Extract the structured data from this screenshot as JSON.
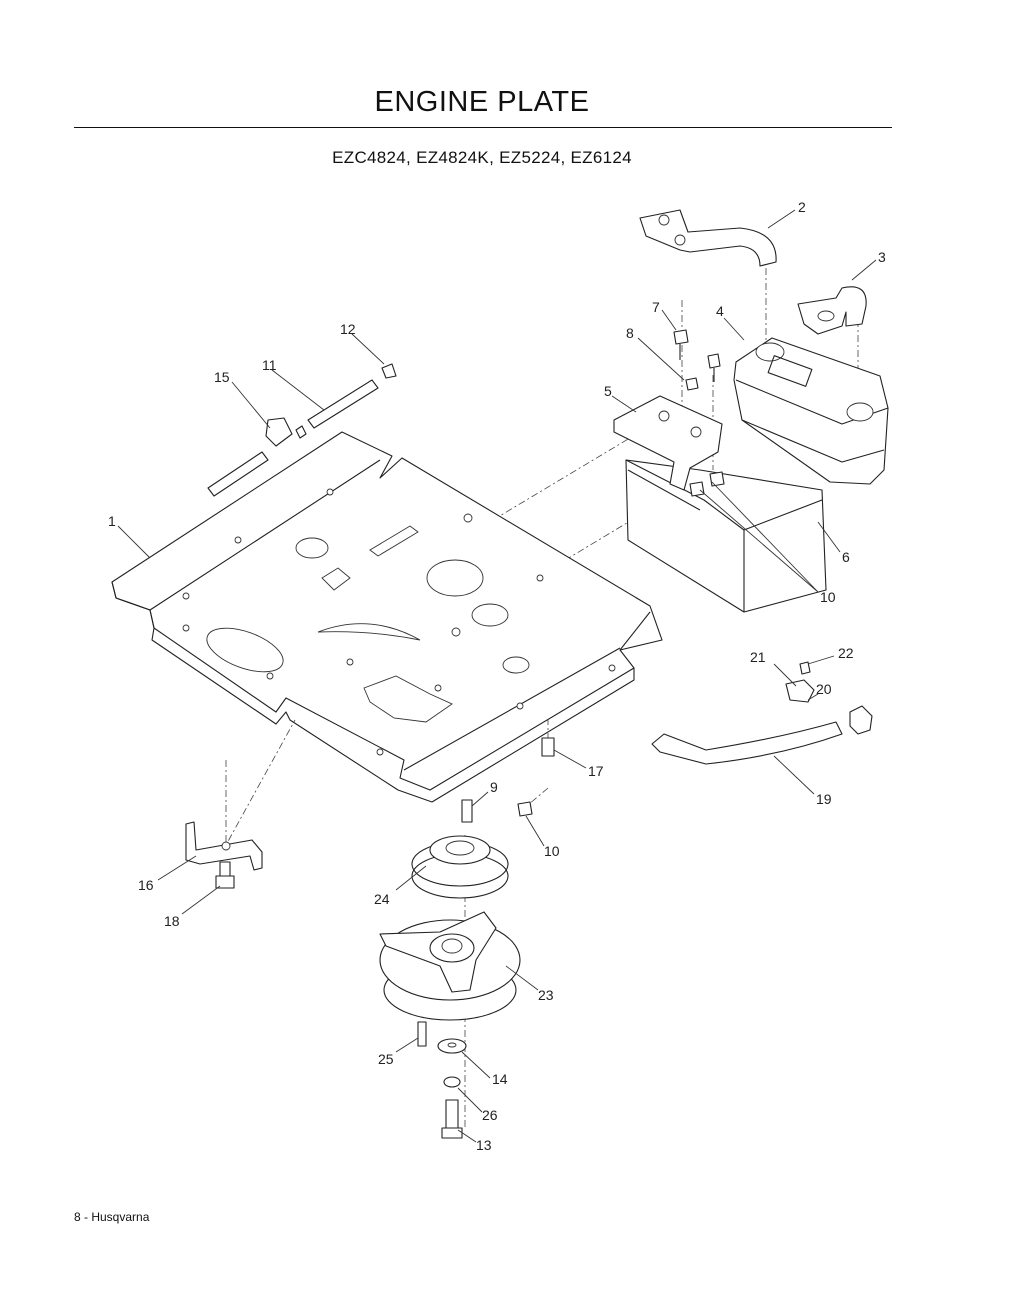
{
  "header": {
    "title": "ENGINE PLATE",
    "models": "EZC4824, EZ4824K, EZ5224, EZ6124"
  },
  "footer": {
    "page_label": "8 - Husqvarna"
  },
  "callouts": [
    "1",
    "2",
    "3",
    "4",
    "5",
    "6",
    "7",
    "8",
    "9",
    "10",
    "10",
    "11",
    "12",
    "13",
    "14",
    "15",
    "16",
    "17",
    "18",
    "19",
    "20",
    "21",
    "22",
    "23",
    "24",
    "25",
    "26"
  ]
}
